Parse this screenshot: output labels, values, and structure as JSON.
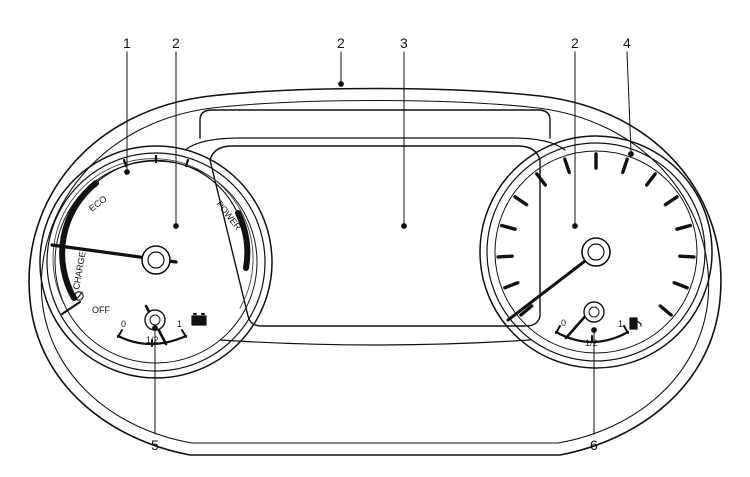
{
  "callouts": {
    "n1": "1",
    "n2_left": "2",
    "n2_top": "2",
    "n3": "3",
    "n2_right": "2",
    "n4": "4",
    "n5": "5",
    "n6": "6"
  },
  "left_gauge": {
    "eco": "ECO",
    "power": "POWER",
    "charge": "CHARGE",
    "off": "OFF",
    "battery_gauge": {
      "min": "0",
      "mid": "1/2",
      "max": "1"
    }
  },
  "right_gauge": {
    "fuel_gauge": {
      "min": "0",
      "mid": "1/2",
      "max": "1"
    }
  },
  "icons": {
    "battery": "battery-icon",
    "fuel": "fuel-pump-icon",
    "leaf": "eco-leaf-icon"
  }
}
